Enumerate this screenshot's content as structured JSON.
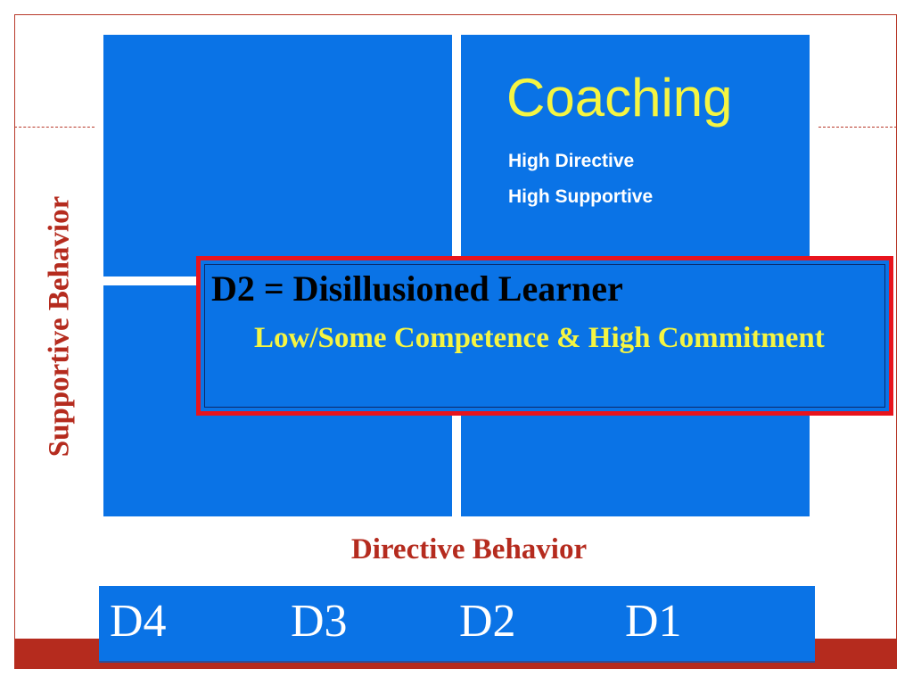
{
  "quadrant": {
    "title": "Coaching",
    "lines": [
      "High Directive",
      "High Supportive"
    ]
  },
  "callout": {
    "heading": "D2 = Disillusioned Learner",
    "subtext": "Low/Some Competence & High Commitment"
  },
  "axes": {
    "y_label": "Supportive Behavior",
    "x_label": "Directive Behavior"
  },
  "development_levels": [
    "D4",
    "D3",
    "D2",
    "D1"
  ],
  "colors": {
    "quadrant_blue": "#0a73e6",
    "accent_yellow": "#f5f542",
    "axis_label_red": "#b52b1e",
    "callout_border_red": "#e8141d"
  }
}
